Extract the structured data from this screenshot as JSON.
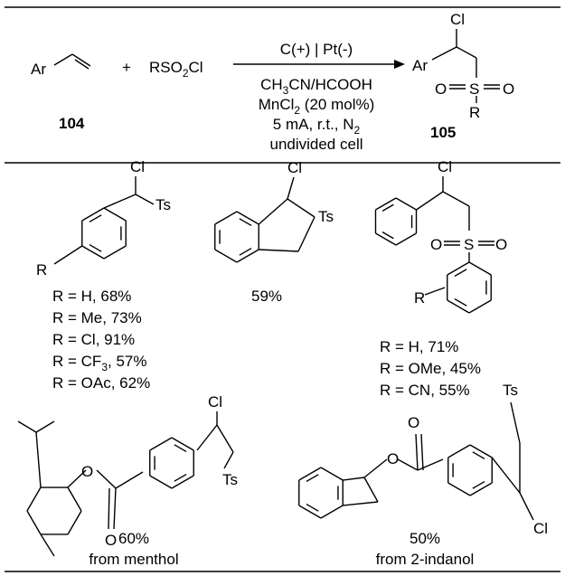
{
  "reaction": {
    "reactant1": {
      "label": "Ar",
      "number": "104"
    },
    "plus": "+",
    "reactant2": {
      "main": "RSO",
      "sub": "2",
      "tail": "Cl"
    },
    "conditions_above": "C(+) | Pt(-)",
    "conditions_below": [
      {
        "main": "CH",
        "sub": "3",
        "tail": "CN/HCOOH"
      },
      {
        "main": "MnCl",
        "sub": "2",
        "tail": " (20 mol%)"
      },
      {
        "main": "5 mA, r.t., N",
        "sub": "2",
        "tail": ""
      },
      {
        "main": "undivided cell",
        "sub": "",
        "tail": ""
      }
    ],
    "product": {
      "ar": "Ar",
      "cl": "Cl",
      "o_left": "O",
      "s": "S",
      "o_right": "O",
      "r": "R",
      "number": "105"
    }
  },
  "examples": {
    "aryl_ts": {
      "cl": "Cl",
      "ts": "Ts",
      "r": "R",
      "yields": [
        {
          "main": "R = H, 68%",
          "sub": "",
          "tail": ""
        },
        {
          "main": "R = Me, 73%",
          "sub": "",
          "tail": ""
        },
        {
          "main": "R = Cl, 91%",
          "sub": "",
          "tail": ""
        },
        {
          "main": "R = CF",
          "sub": "3",
          "tail": ", 57%"
        },
        {
          "main": "R = OAc, 62%",
          "sub": "",
          "tail": ""
        }
      ]
    },
    "indane": {
      "cl": "Cl",
      "ts": "Ts",
      "yield": "59%"
    },
    "aryl_sulfone": {
      "cl": "Cl",
      "o_left": "O",
      "s": "S",
      "o_right": "O",
      "r": "R",
      "yields": [
        "R = H, 71%",
        "R = OMe, 45%",
        "R = CN, 55%"
      ]
    },
    "menthol": {
      "o": "O",
      "o_carbonyl": "O",
      "cl": "Cl",
      "ts": "Ts",
      "yield": "60%",
      "source": "from menthol"
    },
    "indanol": {
      "o": "O",
      "o_carbonyl": "O",
      "cl": "Cl",
      "ts": "Ts",
      "yield": "50%",
      "source": "from 2-indanol"
    }
  }
}
